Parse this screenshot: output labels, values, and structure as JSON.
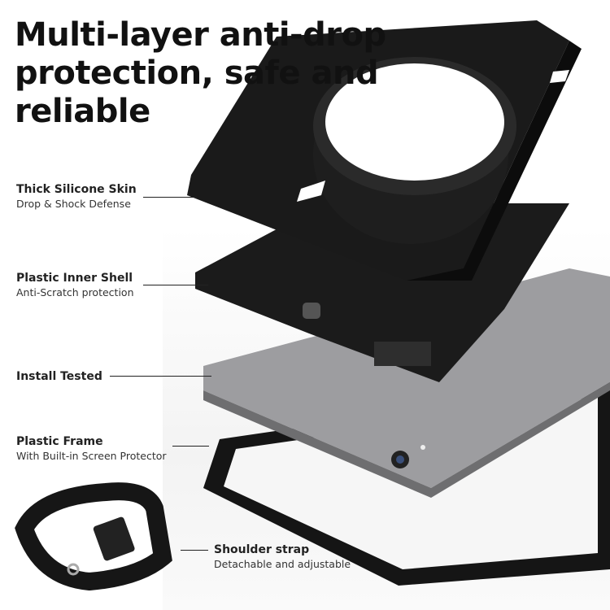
{
  "headline": "Multi-layer anti-drop protection, safe and reliable",
  "features": [
    {
      "title": "Thick Silicone Skin",
      "subtitle": "Drop & Shock Defense"
    },
    {
      "title": "Plastic Inner Shell",
      "subtitle": "Anti-Scratch protection"
    },
    {
      "title": "Install Tested",
      "subtitle": ""
    },
    {
      "title": "Plastic Frame",
      "subtitle": "With Built-in Screen Protector"
    },
    {
      "title": "Shoulder strap",
      "subtitle": "Detachable and adjustable"
    }
  ],
  "colors": {
    "case": "#1c1c1c",
    "tablet": "#9a9a9c",
    "text": "#1a1a1a"
  }
}
